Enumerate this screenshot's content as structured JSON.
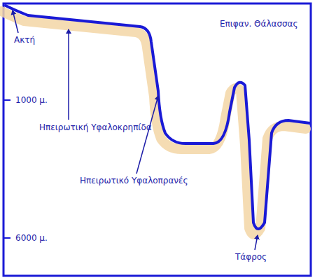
{
  "diagram": {
    "labels": [
      "Ακτή",
      "Επιφαν. Θάλασσας",
      "1000 μ.",
      "Ηπειρωτική Υφαλοκρηπίδα",
      "Ηπειρωτικό Υφαλοπρανές",
      "6000 μ.",
      "Τάφρος"
    ]
  }
}
